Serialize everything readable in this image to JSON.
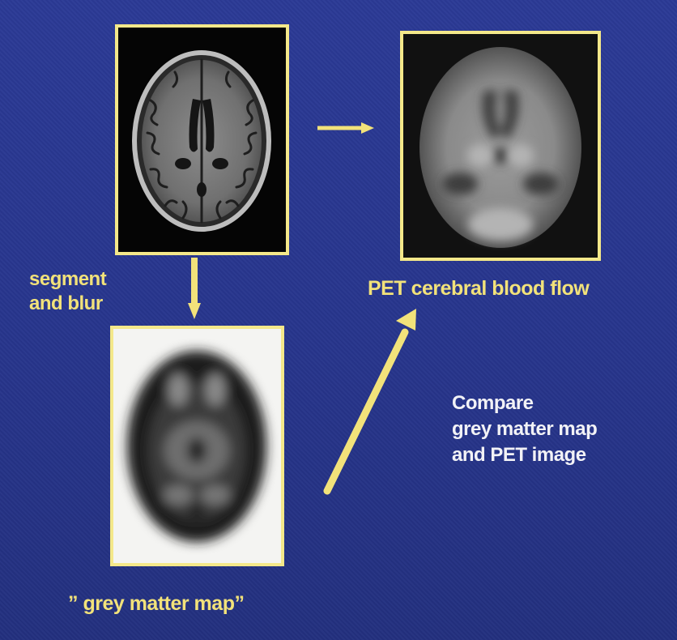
{
  "labels": {
    "segment_line1": "segment",
    "segment_line2": "and blur",
    "pet_caption": "PET cerebral blood flow",
    "grey_matter_caption": "” grey matter map”",
    "compare_line1": "Compare",
    "compare_line2": "grey matter map",
    "compare_line3": "and PET image"
  },
  "colors": {
    "background": "#27358c",
    "accent_yellow": "#f2e27a",
    "text_white": "#f2f2f6"
  }
}
